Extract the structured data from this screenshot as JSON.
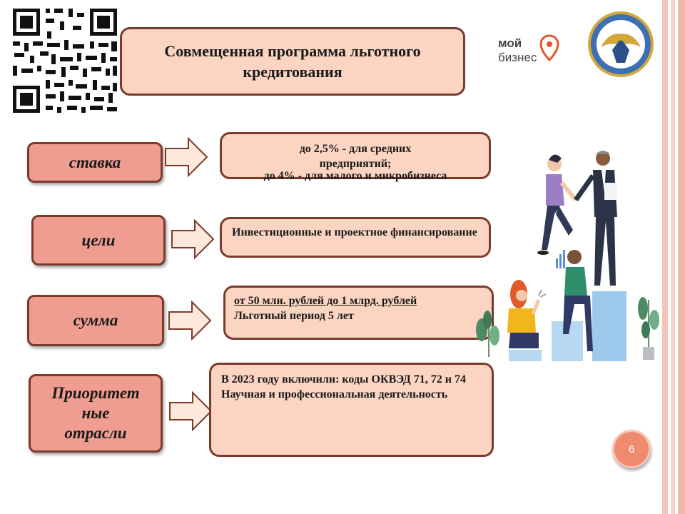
{
  "slide": {
    "title": "Совмещенная программа льготного кредитования",
    "page_number": "6",
    "logo_text": "мой бизнес"
  },
  "rows": [
    {
      "label": "ставка",
      "lines": [
        "до 2,5% - для средних",
        "предприятий;",
        "до 4% - для малого и микробизнеса"
      ]
    },
    {
      "label": "цели",
      "text": "Инвестиционные и проектное финансирование"
    },
    {
      "label": "сумма",
      "text": "от 50 млн. рублей до 1 млрд. рублей",
      "text2": "Льготный период 5 лет"
    },
    {
      "label": "Приоритетные отрасли",
      "label_lines": [
        "Приоритет",
        "ные",
        "отрасли"
      ],
      "text": "В 2023 году включили: коды ОКВЭД 71, 72 и 74",
      "text2": "Научная и профессиональная деятельность"
    }
  ],
  "colors": {
    "box_fill": "#fbd5c1",
    "label_fill": "#ef9d91",
    "border": "#7a3b2c",
    "accent": "#f08a6f"
  },
  "icons": {
    "qr": "qr-code-icon",
    "logo": "moy-biznes-logo",
    "emblem": "altai-republic-emblem",
    "illustration": "business-handshake-illustration"
  }
}
